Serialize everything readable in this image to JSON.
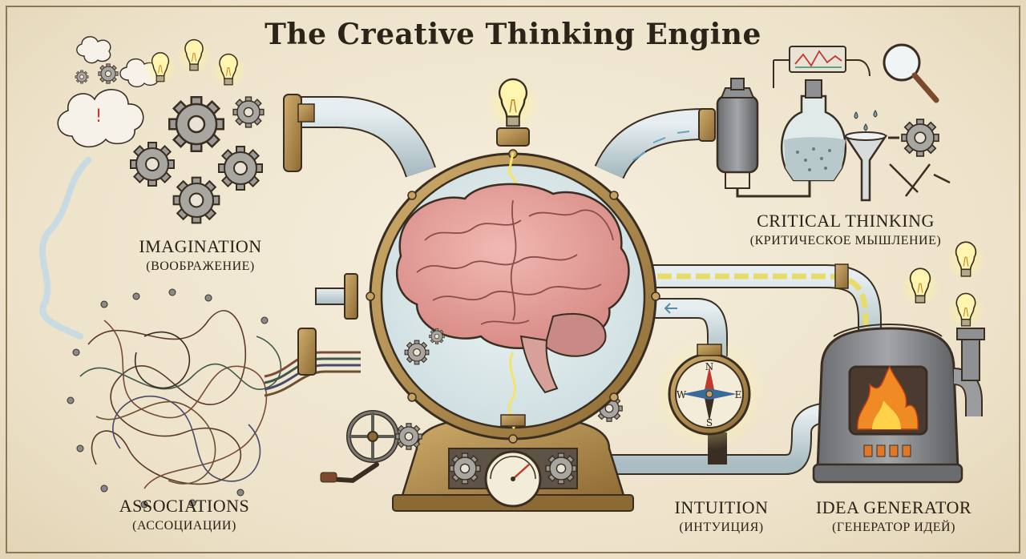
{
  "title": "The Creative Thinking Engine",
  "labels": {
    "imagination": {
      "main": "IMAGINATION",
      "sub": "(ВООБРАЖЕНИЕ)"
    },
    "associations": {
      "main": "ASSOCIATIONS",
      "sub": "(АССОЦИАЦИИ)"
    },
    "critical": {
      "main": "CRITICAL THINKING",
      "sub": "(КРИТИЧЕСКОЕ МЫШЛЕНИЕ)"
    },
    "intuition": {
      "main": "INTUITION",
      "sub": "(ИНТУИЦИЯ)"
    },
    "generator": {
      "main": "IDEA GENERATOR",
      "sub": "(ГЕНЕРАТОР ИДЕЙ)"
    }
  },
  "compass": {
    "n": "N",
    "s": "S",
    "e": "E",
    "w": "W"
  },
  "colors": {
    "brass": "#b08a4a",
    "brain": "#e5a3a0",
    "glass": "#dbe8ea",
    "pipe": "#bfcdd2",
    "fluid": "#e8dc6a",
    "ink": "#3a2e22",
    "fire": "#f08a24"
  },
  "icons": [
    "gear-icon",
    "lightbulb-icon",
    "cloud-icon",
    "brain-icon",
    "compass-icon",
    "furnace-icon",
    "magnifier-icon",
    "funnel-icon",
    "flask-icon",
    "tangle-icon",
    "gauge-icon",
    "valve-wheel-icon",
    "monitor-icon",
    "tools-icon"
  ]
}
